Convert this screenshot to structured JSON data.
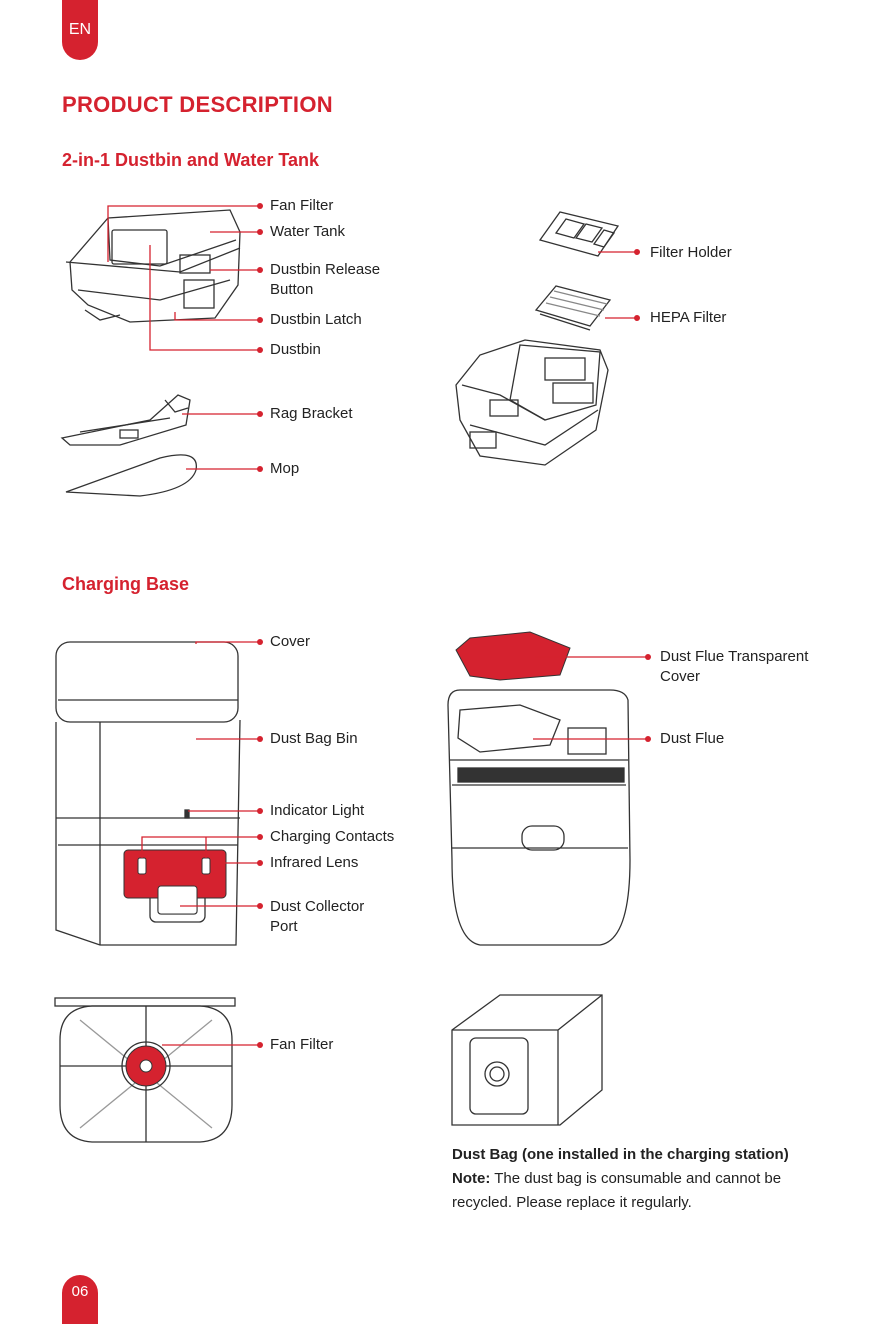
{
  "header": {
    "lang": "EN",
    "title": "PRODUCT DESCRIPTION"
  },
  "sections": {
    "dustbin": {
      "heading": "2-in-1 Dustbin and Water Tank",
      "labels": {
        "fan_filter": "Fan Filter",
        "water_tank": "Water Tank",
        "release_button": "Dustbin Release Button",
        "latch": "Dustbin Latch",
        "dustbin": "Dustbin",
        "filter_holder": "Filter Holder",
        "hepa": "HEPA Filter",
        "rag_bracket": "Rag Bracket",
        "mop": "Mop"
      }
    },
    "base": {
      "heading": "Charging Base",
      "labels": {
        "cover": "Cover",
        "dust_bag_bin": "Dust Bag Bin",
        "indicator": "Indicator Light",
        "contacts": "Charging Contacts",
        "infrared": "Infrared Lens",
        "collector": "Dust Collector Port",
        "flue_cover": "Dust Flue Transparent Cover",
        "flue": "Dust Flue",
        "fan_filter": "Fan Filter"
      }
    }
  },
  "dust_bag": {
    "title": "Dust Bag (one installed in the charging station)",
    "note_label": "Note:",
    "note_text": " The dust bag is consumable and cannot be recycled. Please replace it regularly."
  },
  "footer": {
    "page": "06"
  },
  "colors": {
    "accent": "#d5222f",
    "line": "#333333"
  }
}
